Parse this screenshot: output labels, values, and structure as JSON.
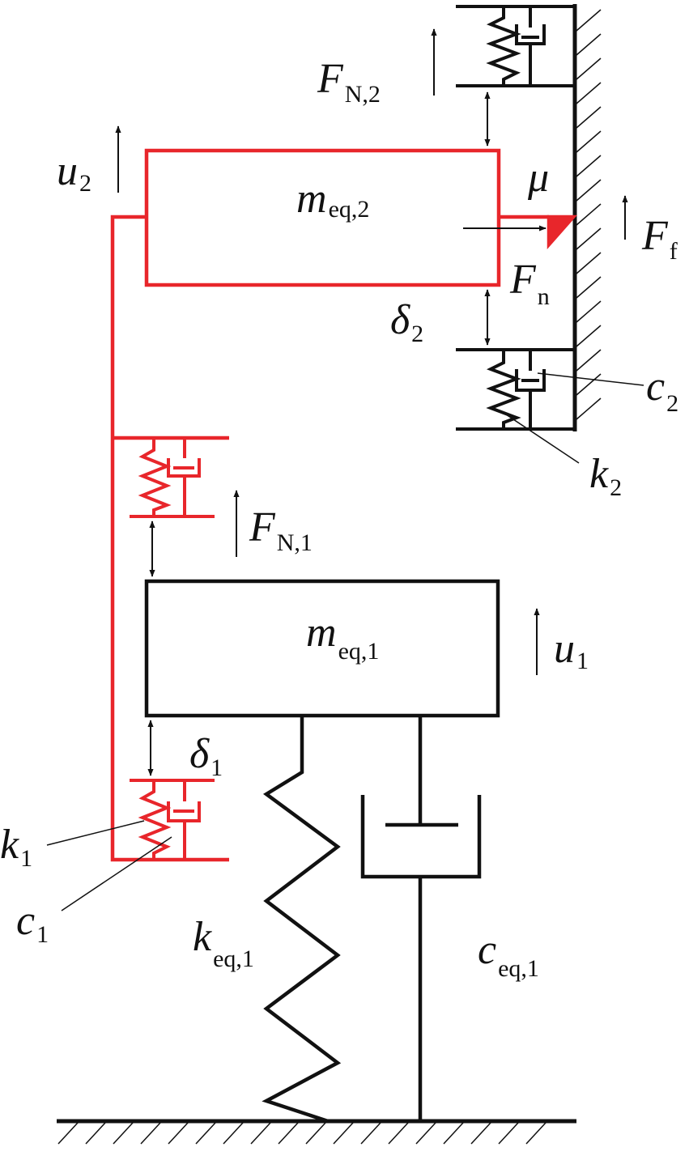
{
  "colors": {
    "black": "#111111",
    "red": "#e8262b"
  },
  "labels": {
    "meq2": {
      "main": "m",
      "sub": "eq,2"
    },
    "meq1": {
      "main": "m",
      "sub": "eq,1"
    },
    "u2": {
      "main": "u",
      "sub": "2"
    },
    "u1": {
      "main": "u",
      "sub": "1"
    },
    "fn2": {
      "main": "F",
      "sub": "N,2"
    },
    "fn1": {
      "main": "F",
      "sub": "N,1"
    },
    "ff": {
      "main": "F",
      "sub": "f"
    },
    "fn": {
      "main": "F",
      "sub": "n"
    },
    "mu": {
      "main": "μ"
    },
    "delta2": {
      "main": "δ",
      "sub": "2"
    },
    "delta1": {
      "main": "δ",
      "sub": "1"
    },
    "c2": {
      "main": "c",
      "sub": "2"
    },
    "k2": {
      "main": "k",
      "sub": "2"
    },
    "k1": {
      "main": "k",
      "sub": "1"
    },
    "c1": {
      "main": "c",
      "sub": "1"
    },
    "keq1": {
      "main": "k",
      "sub": "eq,1"
    },
    "ceq1": {
      "main": "c",
      "sub": "eq,1"
    }
  }
}
